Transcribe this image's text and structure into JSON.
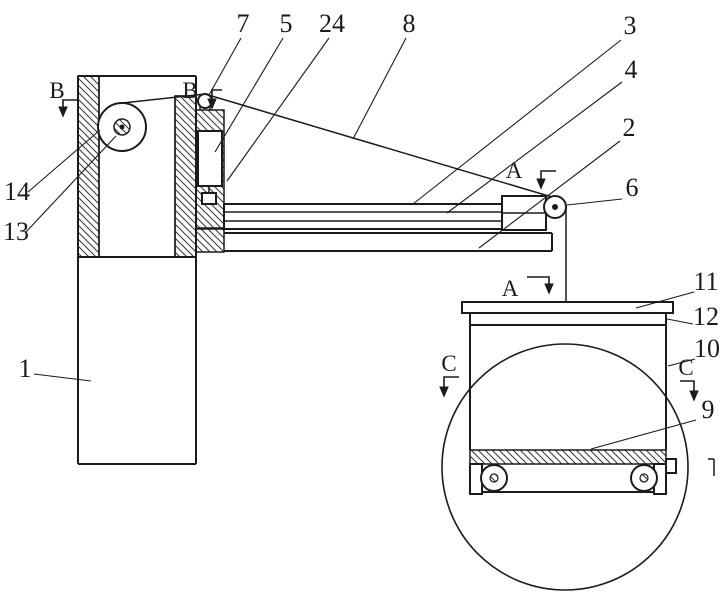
{
  "colors": {
    "line": "#1b1b1b",
    "background": "#ffffff"
  },
  "part_labels": {
    "p7": "7",
    "p5": "5",
    "p24": "24",
    "p8": "8",
    "p3": "3",
    "p4": "4",
    "p2": "2",
    "p6": "6",
    "p11": "11",
    "p12": "12",
    "p10": "10",
    "p9": "9",
    "p1": "1",
    "p14": "14",
    "p13": "13"
  },
  "section_labels": {
    "b_left": "B",
    "b_right": "B",
    "a_top": "A",
    "a_bottom": "A",
    "c_left": "C",
    "c_right": "C"
  }
}
